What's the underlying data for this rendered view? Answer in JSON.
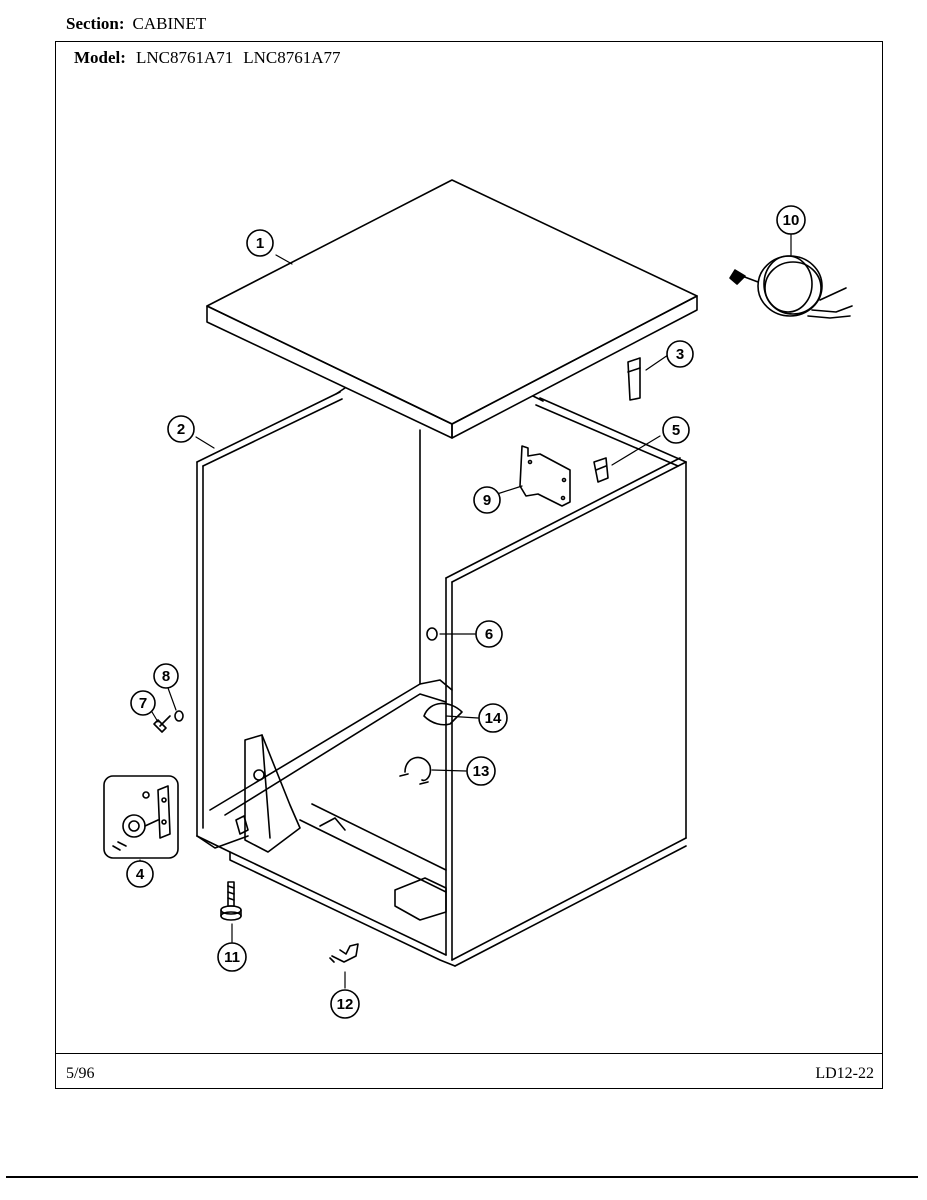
{
  "header": {
    "section_label": "Section:",
    "section_value": "CABINET",
    "model_label": "Model:",
    "models": [
      "LNC8761A71",
      "LNC8761A77"
    ]
  },
  "footer": {
    "date": "5/96",
    "page_code": "LD12-22"
  },
  "callouts": {
    "c1": "1",
    "c2": "2",
    "c3": "3",
    "c4": "4",
    "c5": "5",
    "c6": "6",
    "c7": "7",
    "c8": "8",
    "c9": "9",
    "c10": "10",
    "c11": "11",
    "c12": "12",
    "c13": "13",
    "c14": "14"
  }
}
